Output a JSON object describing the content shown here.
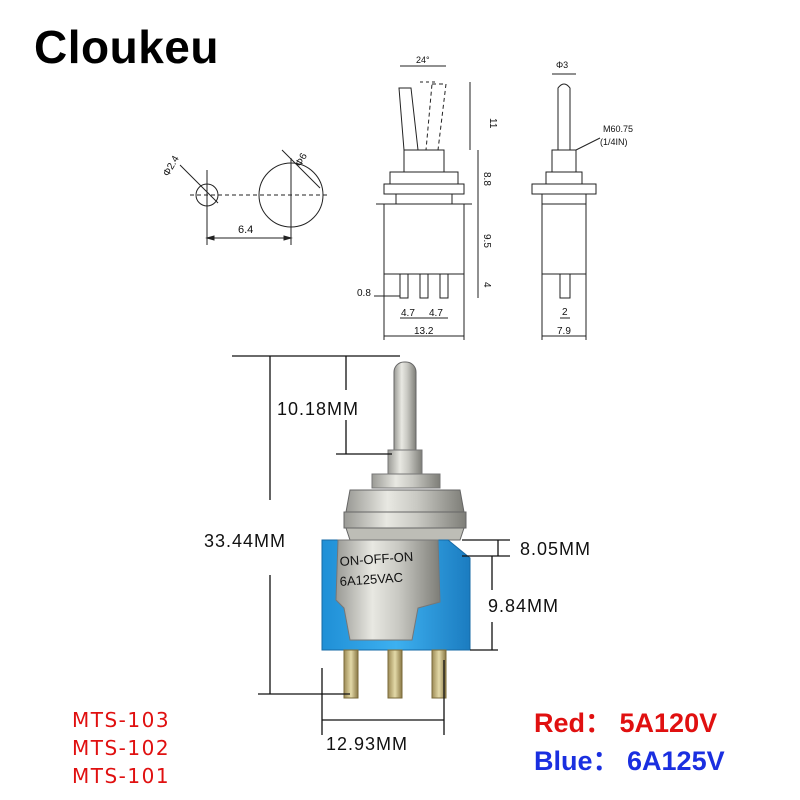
{
  "brand": "Cloukeu",
  "technical_drawing": {
    "hole_small": "Φ2.4",
    "hole_large": "Φ6",
    "hole_spacing": "6.4",
    "toggle_angle": "24°",
    "lever_height": "11",
    "bushing_height": "8.8",
    "body_height": "9.5",
    "terminal_length": "4",
    "terminal_thickness": "0.8",
    "pin_pitch_left": "4.7",
    "pin_pitch_right": "4.7",
    "body_width": "13.2",
    "lever_diameter": "Φ3",
    "thread_spec": "M60.75",
    "thread_inch": "(1/4IN)",
    "terminal_width": "2",
    "side_width": "7.9"
  },
  "photo_dims": {
    "lever_length": "10.18MM",
    "total_height": "33.44MM",
    "body_top": "8.05MM",
    "body_height": "9.84MM",
    "body_width": "12.93MM"
  },
  "switch_print": {
    "line1": "ON-OFF-ON",
    "line2": "6A125VAC"
  },
  "models": [
    "MTS-103",
    "MTS-102",
    "MTS-101"
  ],
  "ratings": [
    {
      "label": "Red：",
      "value": "5A120V",
      "color": "#e01010"
    },
    {
      "label": "Blue：",
      "value": "6A125V",
      "color": "#1a2fe0"
    }
  ]
}
